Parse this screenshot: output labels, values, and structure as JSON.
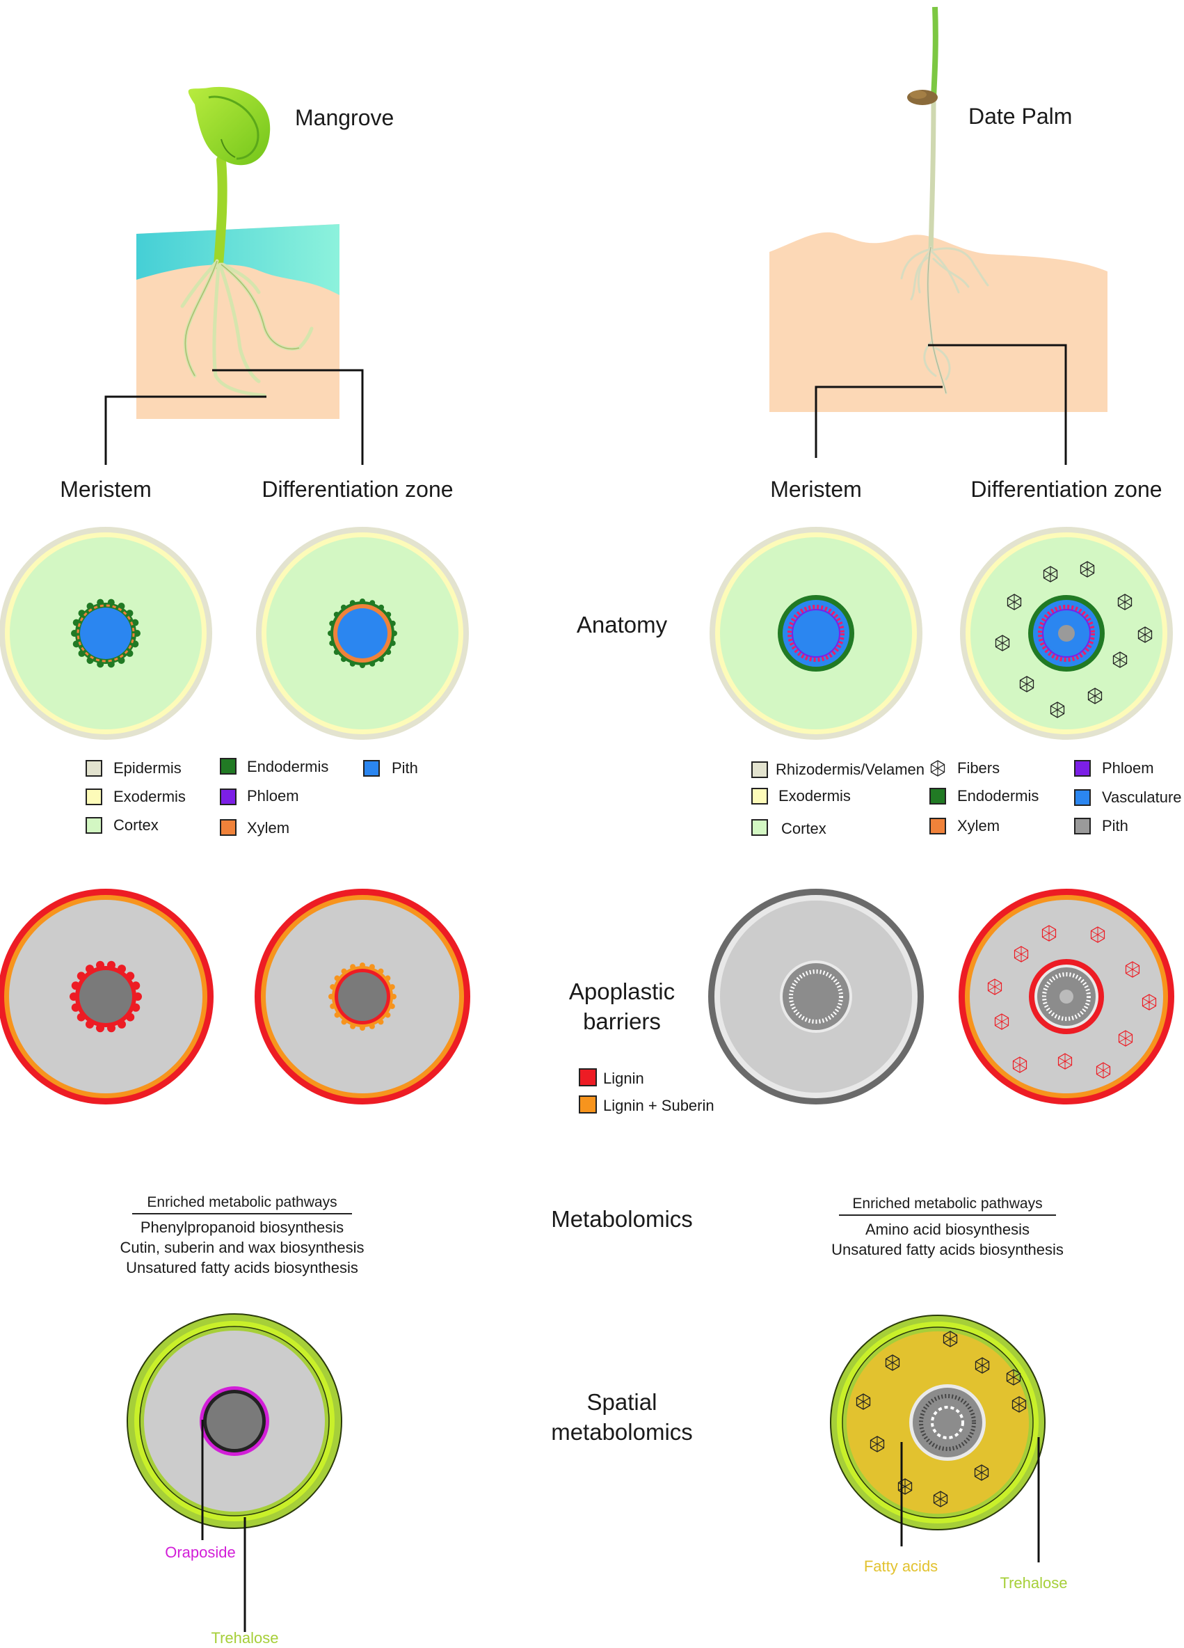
{
  "plants": {
    "mangrove": {
      "name": "Mangrove",
      "meristem_label": "Meristem",
      "diff_label": "Differentiation zone"
    },
    "date_palm": {
      "name": "Date Palm",
      "meristem_label": "Meristem",
      "diff_label": "Differentiation zone"
    }
  },
  "sections": {
    "anatomy": "Anatomy",
    "apoplastic_line1": "Apoplastic",
    "apoplastic_line2": "barriers",
    "metabolomics": "Metabolomics",
    "spatial_line1": "Spatial",
    "spatial_line2": "metabolomics"
  },
  "legend_mangrove": {
    "epidermis": "Epidermis",
    "exodermis": "Exodermis",
    "cortex": "Cortex",
    "endodermis": "Endodermis",
    "phloem": "Phloem",
    "xylem": "Xylem",
    "pith": "Pith"
  },
  "legend_datepalm": {
    "rhizodermis": "Rhizodermis/Velamen",
    "exodermis": "Exodermis",
    "cortex": "Cortex",
    "fibers": "Fibers",
    "endodermis": "Endodermis",
    "xylem": "Xylem",
    "phloem": "Phloem",
    "vasculature": "Vasculature",
    "pith": "Pith"
  },
  "legend_barriers": {
    "lignin": "Lignin",
    "lignin_suberin": "Lignin + Suberin"
  },
  "metabolomics_mangrove": {
    "header": "Enriched metabolic pathways",
    "items": [
      "Phenylpropanoid biosynthesis",
      "Cutin, suberin and wax biosynthesis",
      "Unsatured fatty acids biosynthesis"
    ]
  },
  "metabolomics_datepalm": {
    "header": "Enriched metabolic pathways",
    "items": [
      "Amino acid biosynthesis",
      "Unsatured fatty acids biosynthesis"
    ]
  },
  "spatial_labels": {
    "oraposide": "Oraposide",
    "trehalose_left": "Trehalose",
    "fatty_acids": "Fatty acids",
    "trehalose_right": "Trehalose"
  },
  "colors": {
    "epidermis": "#e3e3cf",
    "exodermis": "#fdfbb9",
    "cortex": "#d3f7c3",
    "endodermis": "#217a24",
    "phloem": "#7c1fe6",
    "xylem": "#f0823a",
    "pith_blue": "#2b86f0",
    "pith_grey": "#9a9a9a",
    "lignin": "#ed1c24",
    "lignin_suberin": "#f7941d",
    "water": "#6ee7d9",
    "soil": "#fcd8b6",
    "oraposide": "#d21ed8",
    "trehalose": "#a6cf39",
    "fatty_acids": "#e2c22f"
  }
}
